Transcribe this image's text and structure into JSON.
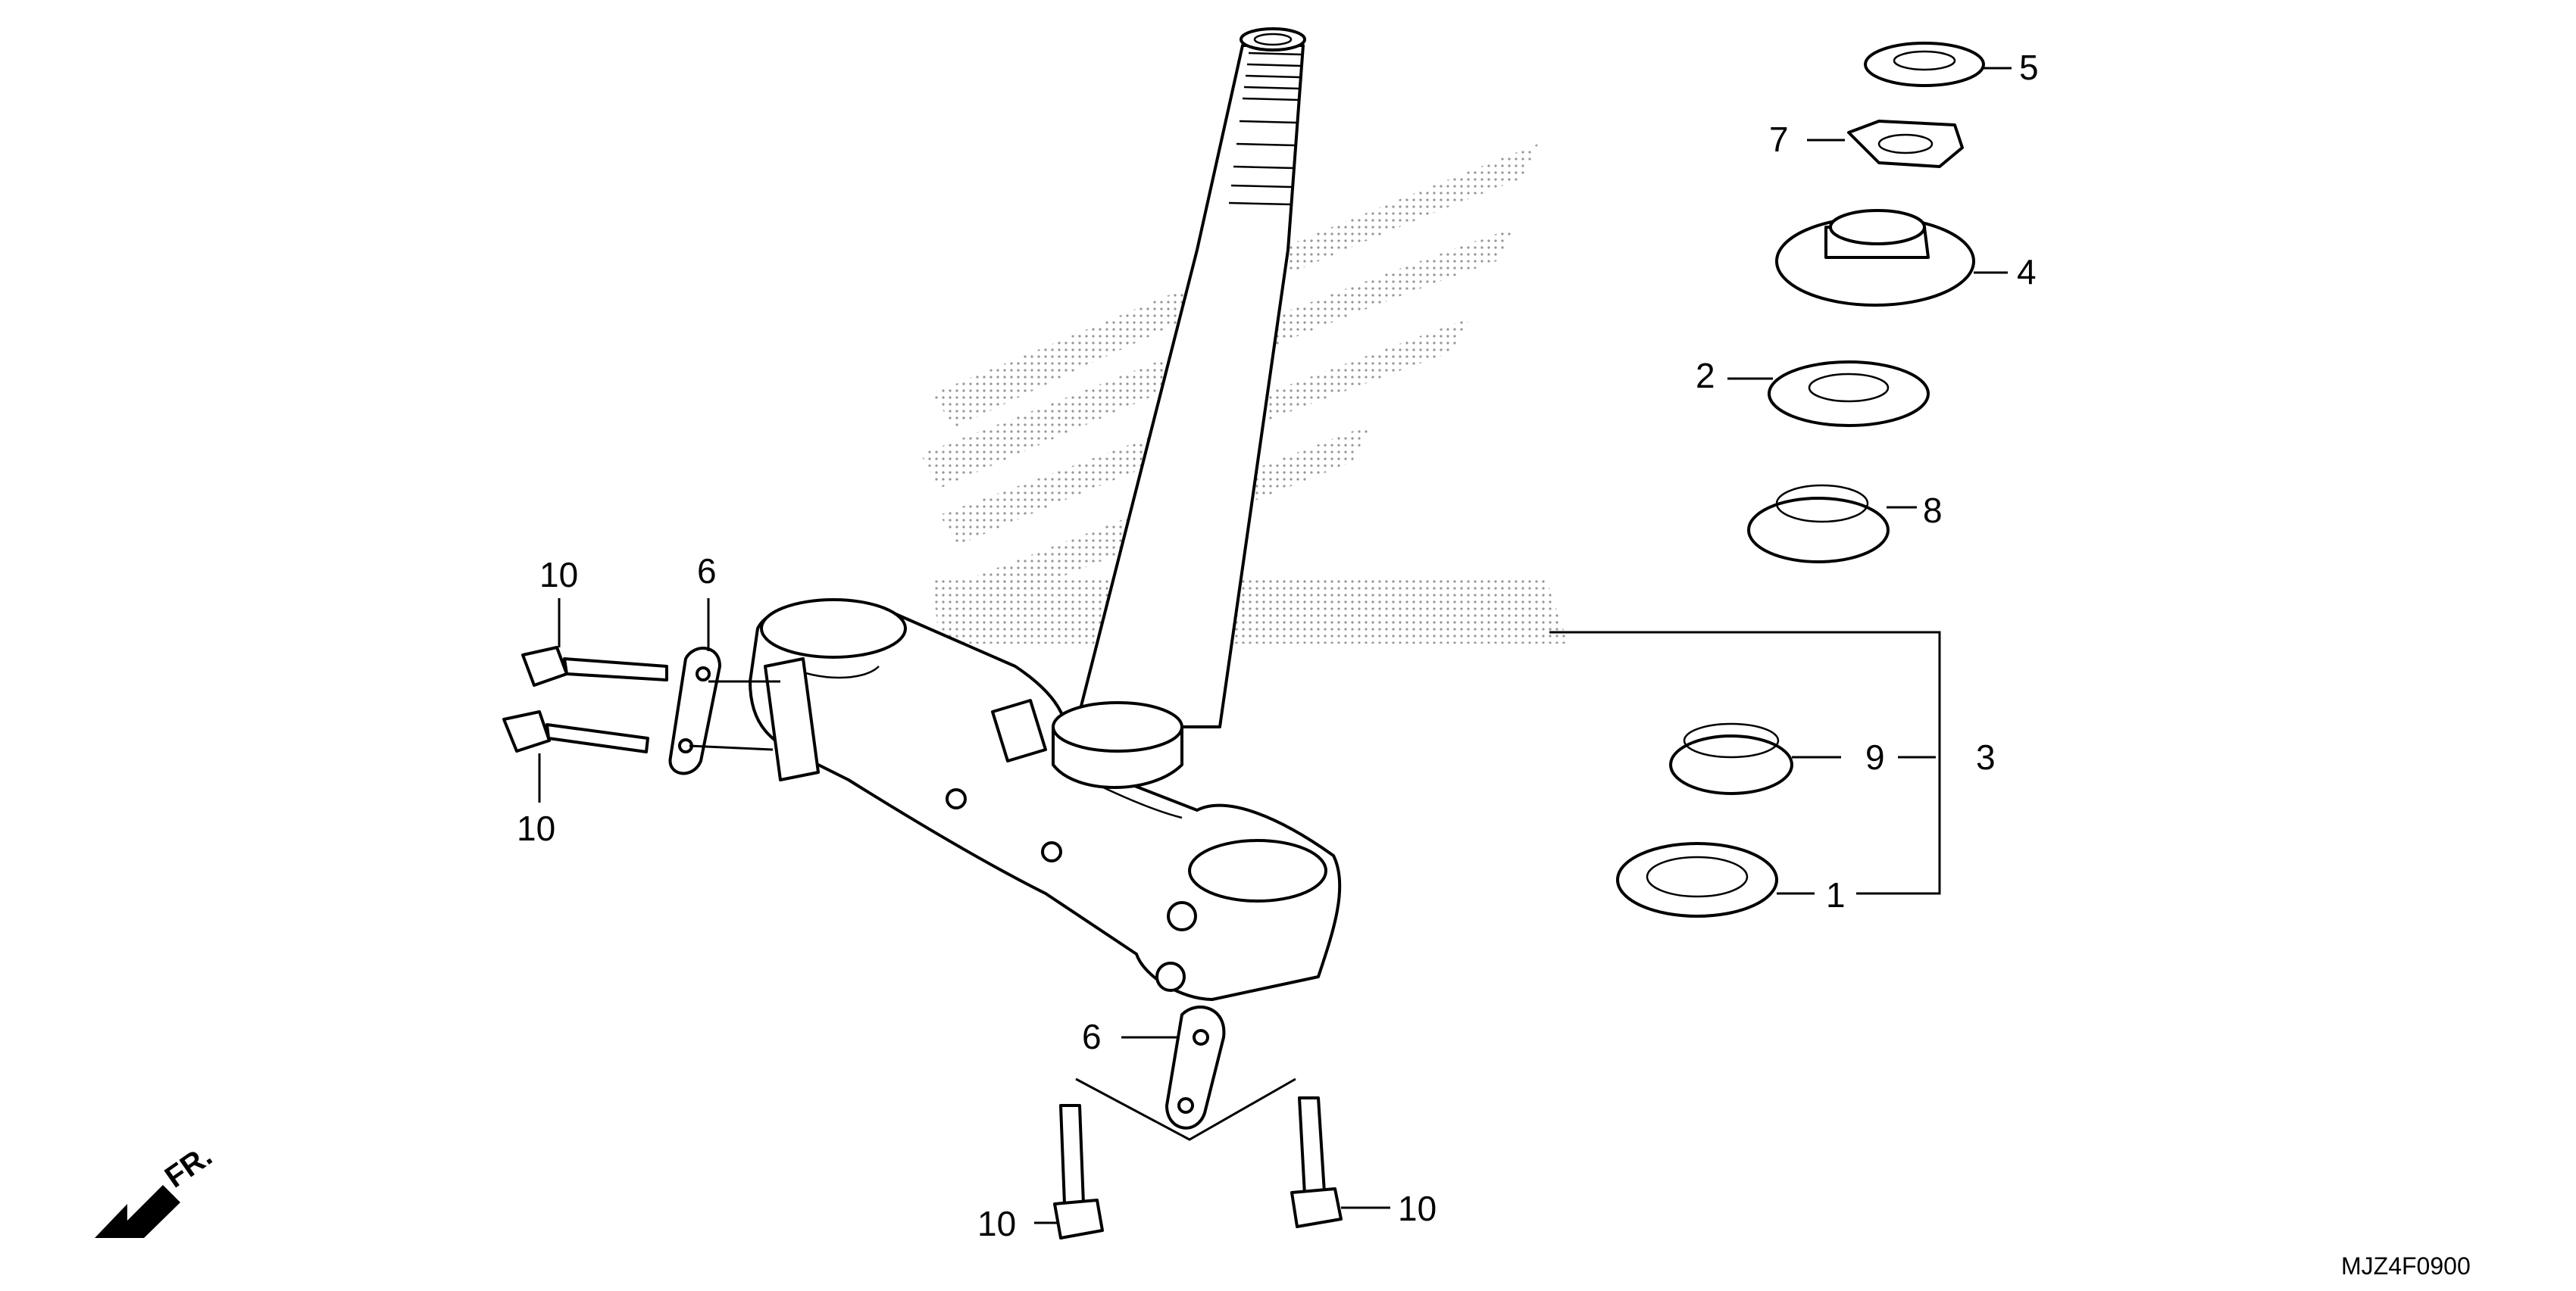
{
  "callouts": {
    "c1": "1",
    "c2": "2",
    "c3": "3",
    "c4": "4",
    "c5": "5",
    "c6a": "6",
    "c6b": "6",
    "c7": "7",
    "c8": "8",
    "c9": "9",
    "c10a": "10",
    "c10b": "10",
    "c10c": "10",
    "c10d": "10"
  },
  "front_label": "FR.",
  "diagram_code": "MJZ4F0900",
  "colors": {
    "line": "#000000",
    "background": "#ffffff",
    "watermark": "#bdbdbd"
  },
  "watermark_icon": "wing-logo-watermark"
}
